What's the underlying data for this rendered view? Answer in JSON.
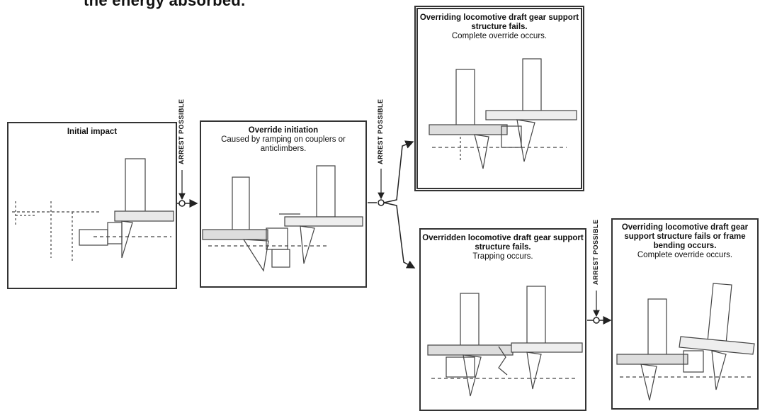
{
  "heading": "the energy absorbed.",
  "arrest_label": "ARREST POSSIBLE",
  "boxes": [
    {
      "title": "Initial impact",
      "desc": ""
    },
    {
      "title": "Override initiation",
      "desc": "Caused by ramping on couplers or anticlimbers."
    },
    {
      "title": "Overriding locomotive draft gear support structure fails.",
      "desc": "Complete override occurs."
    },
    {
      "title": "Overridden locomotive draft gear support structure fails.",
      "desc": "Trapping occurs."
    },
    {
      "title": "Overriding locomotive draft gear support structure fails or frame bending occurs.",
      "desc": "Complete override occurs."
    }
  ]
}
